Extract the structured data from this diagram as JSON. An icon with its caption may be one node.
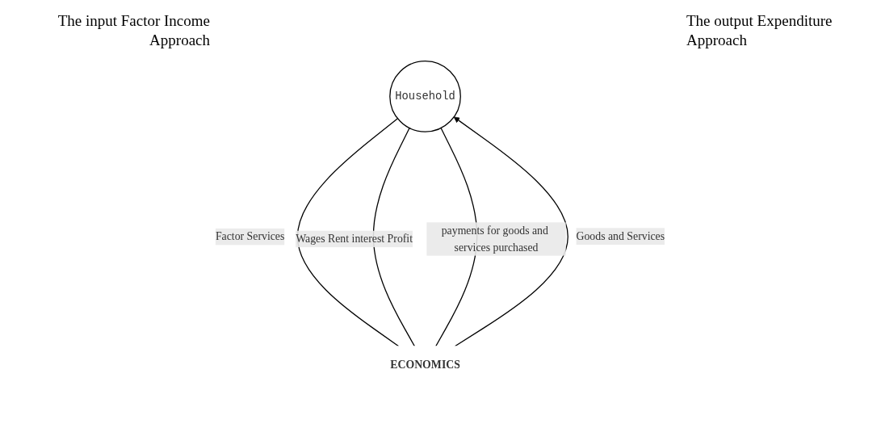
{
  "diagram": {
    "nodes": [
      {
        "text": [
          "Household"
        ]
      },
      {
        "text": [
          "ECONOMICS"
        ]
      }
    ],
    "edges": [
      {
        "from": 0,
        "to": 1,
        "arrow": "none",
        "label": "Factor Services"
      },
      {
        "from": 0,
        "to": 1,
        "arrow": "none",
        "label": "Wages Rent interest Profit"
      },
      {
        "from": 0,
        "to": 1,
        "arrow": "none",
        "label": "payments for goods and services purchased"
      },
      {
        "from": 1,
        "to": 0,
        "arrow": "to",
        "label": "Goods and Services"
      }
    ],
    "labels": [
      "The input Factor Income Approach",
      "The output Expenditure Approach"
    ]
  }
}
